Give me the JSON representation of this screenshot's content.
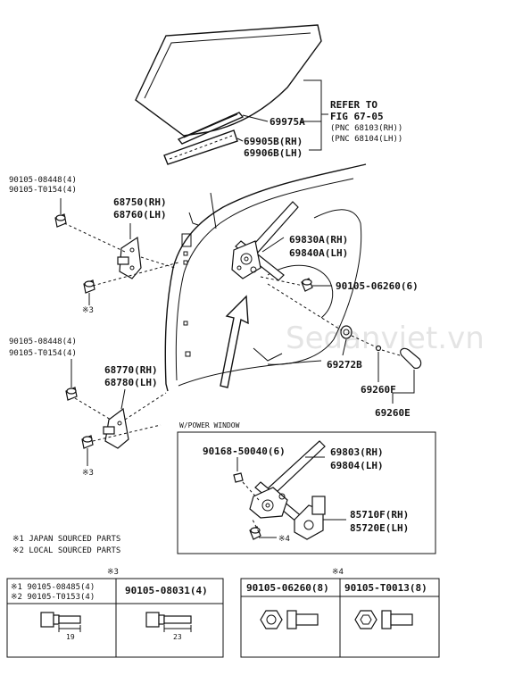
{
  "refer_note": {
    "line1": "REFER TO",
    "line2": "FIG 67-05",
    "line3": "(PNC 68103(RH))",
    "line4": "(PNC 68104(LH))"
  },
  "parts": {
    "glass_run": "69975A",
    "seal_rh": "69905B(RH)",
    "seal_lh": "69906B(LH)",
    "hinge_upper_rh": "68750(RH)",
    "hinge_upper_lh": "68760(LH)",
    "hinge_lower_rh": "68770(RH)",
    "hinge_lower_lh": "68780(LH)",
    "regulator_rh": "69830A(RH)",
    "regulator_lh": "69840A(LH)",
    "bolt_regulator": "90105-06260(6)",
    "grommet": "69272B",
    "handle_f": "69260F",
    "handle_e": "69260E"
  },
  "upper_bolts": {
    "j": "90105-08448(4)",
    "l": "90105-T0154(4)",
    "ref": "※3"
  },
  "lower_bolts": {
    "j": "90105-08448(4)",
    "l": "90105-T0154(4)",
    "ref": "※3"
  },
  "power_window": {
    "title": "W/POWER WINDOW",
    "nut": "90168-50040(6)",
    "reg_rh": "69803(RH)",
    "reg_lh": "69804(LH)",
    "motor_rh": "85710F(RH)",
    "motor_lh": "85720E(LH)",
    "ref": "※4"
  },
  "legend": {
    "j": "※1 JAPAN SOURCED PARTS",
    "l": "※2 LOCAL SOURCED PARTS"
  },
  "table3": {
    "title": "※3",
    "c1a": "※1 90105-08485(4)",
    "c1b": "※2 90105-T0153(4)",
    "c2": "90105-08031(4)",
    "len1": "19",
    "len2": "23"
  },
  "table4": {
    "title": "※4",
    "c1": "90105-06260(8)",
    "c2": "90105-T0013(8)"
  },
  "watermark": "Sedanviet.vn"
}
